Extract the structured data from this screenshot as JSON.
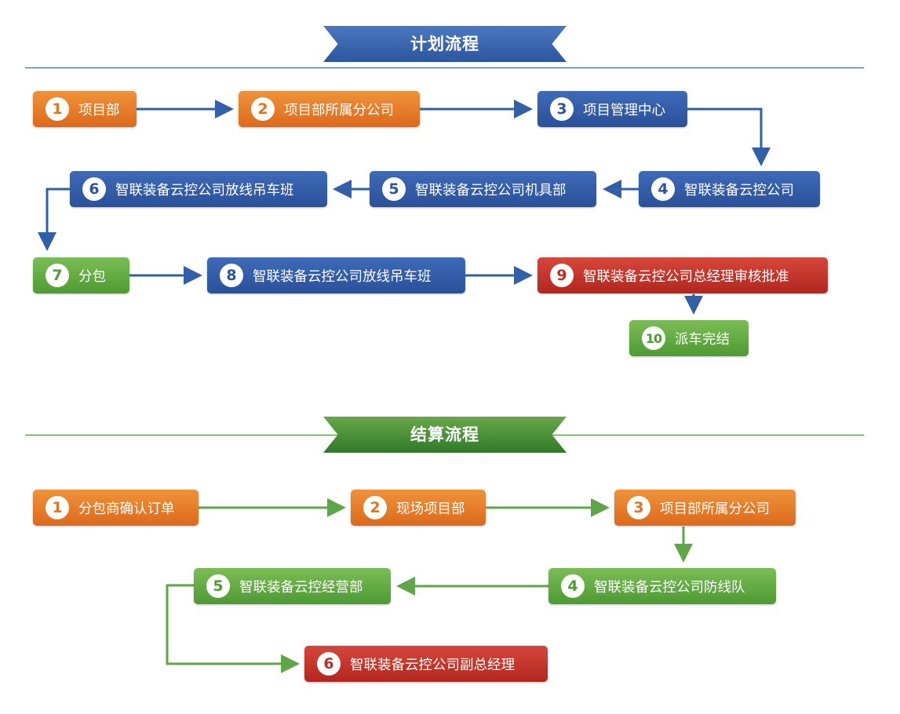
{
  "plan": {
    "title": "计划流程",
    "steps": [
      {
        "n": "1",
        "label": "项目部"
      },
      {
        "n": "2",
        "label": "项目部所属分公司"
      },
      {
        "n": "3",
        "label": "项目管理中心"
      },
      {
        "n": "4",
        "label": "智联装备云控公司"
      },
      {
        "n": "5",
        "label": "智联装备云控公司机具部"
      },
      {
        "n": "6",
        "label": "智联装备云控公司放线吊车班"
      },
      {
        "n": "7",
        "label": "分包"
      },
      {
        "n": "8",
        "label": "智联装备云控公司放线吊车班"
      },
      {
        "n": "9",
        "label": "智联装备云控公司总经理审核批准"
      },
      {
        "n": "10",
        "label": "派车完结"
      }
    ]
  },
  "settle": {
    "title": "结算流程",
    "steps": [
      {
        "n": "1",
        "label": "分包商确认订单"
      },
      {
        "n": "2",
        "label": "现场项目部"
      },
      {
        "n": "3",
        "label": "项目部所属分公司"
      },
      {
        "n": "4",
        "label": "智联装备云控公司防线队"
      },
      {
        "n": "5",
        "label": "智联装备云控经营部"
      },
      {
        "n": "6",
        "label": "智联装备云控公司副总经理"
      }
    ]
  },
  "colors": {
    "orange": "#e07420",
    "blue": "#2c569e",
    "green": "#4e9a33",
    "red": "#b2261e",
    "blue_connector": "#3160a8",
    "green_connector": "#5ea646"
  }
}
